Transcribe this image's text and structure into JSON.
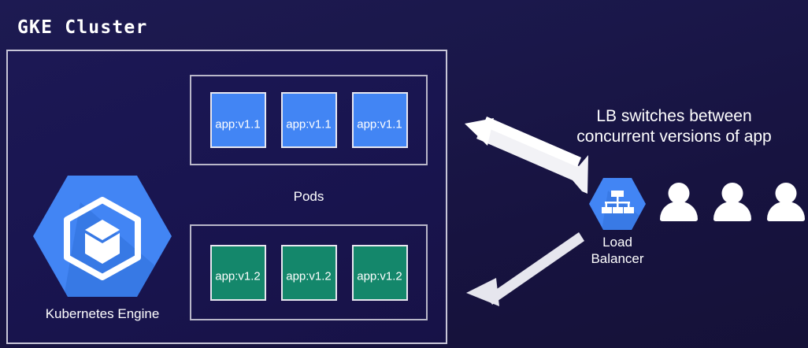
{
  "diagram": {
    "title": "GKE Cluster",
    "cluster": {
      "pods_caption": "Pods",
      "gke_node": {
        "label": "Kubernetes Engine",
        "icon": "kubernetes-engine-hexagon-icon",
        "color": "#4285F4"
      },
      "pod_groups": [
        {
          "version": "v1.1",
          "color": "#4285F4",
          "pods": [
            {
              "label": "app:v1.1"
            },
            {
              "label": "app:v1.1"
            },
            {
              "label": "app:v1.1"
            }
          ]
        },
        {
          "version": "v1.2",
          "color": "#14876B",
          "pods": [
            {
              "label": "app:v1.2"
            },
            {
              "label": "app:v1.2"
            },
            {
              "label": "app:v1.2"
            }
          ]
        }
      ]
    },
    "load_balancer": {
      "label_line1": "Load",
      "label_line2": "Balancer",
      "icon": "load-balancer-hexagon-icon",
      "color": "#4285F4"
    },
    "users": {
      "icon": "user-icon",
      "count": 3,
      "color": "#FFFFFF"
    },
    "annotation": {
      "line1": "LB switches between",
      "line2": "concurrent versions of app"
    },
    "arrows": [
      {
        "name": "arrow-to-v11-pods",
        "direction": "up-left",
        "color": "#FFFFFF"
      },
      {
        "name": "arrow-to-v12-pods",
        "direction": "down-left",
        "color": "#E8E8EE"
      }
    ],
    "colors": {
      "background": "#1A1749",
      "cluster_border": "#C8C6D8",
      "group_border": "#B9B7C9",
      "text": "#FFFFFF"
    }
  }
}
